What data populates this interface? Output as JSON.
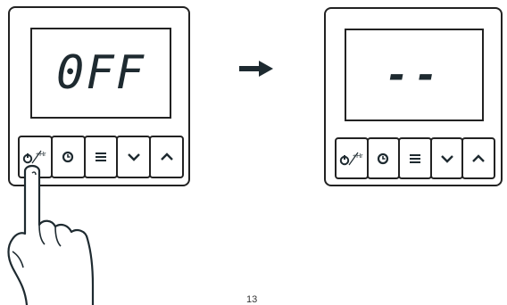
{
  "left_device": {
    "display": "0FF",
    "buttons": [
      {
        "icon": "power-plus-hour-icon",
        "label": "+Hr"
      },
      {
        "icon": "clock-icon"
      },
      {
        "icon": "menu-icon"
      },
      {
        "icon": "chevron-down-icon"
      },
      {
        "icon": "chevron-up-icon"
      }
    ]
  },
  "right_device": {
    "display": "--",
    "buttons": [
      {
        "icon": "power-plus-hour-icon",
        "label": "+Hr"
      },
      {
        "icon": "clock-icon"
      },
      {
        "icon": "menu-icon"
      },
      {
        "icon": "chevron-down-icon"
      },
      {
        "icon": "chevron-up-icon"
      }
    ]
  },
  "arrow_icon": "right-arrow-icon",
  "hand_icon": "pointing-finger-icon",
  "page_number": "13",
  "colors": {
    "ink": "#1e2a30",
    "outline": "#222222",
    "background": "#ffffff"
  }
}
